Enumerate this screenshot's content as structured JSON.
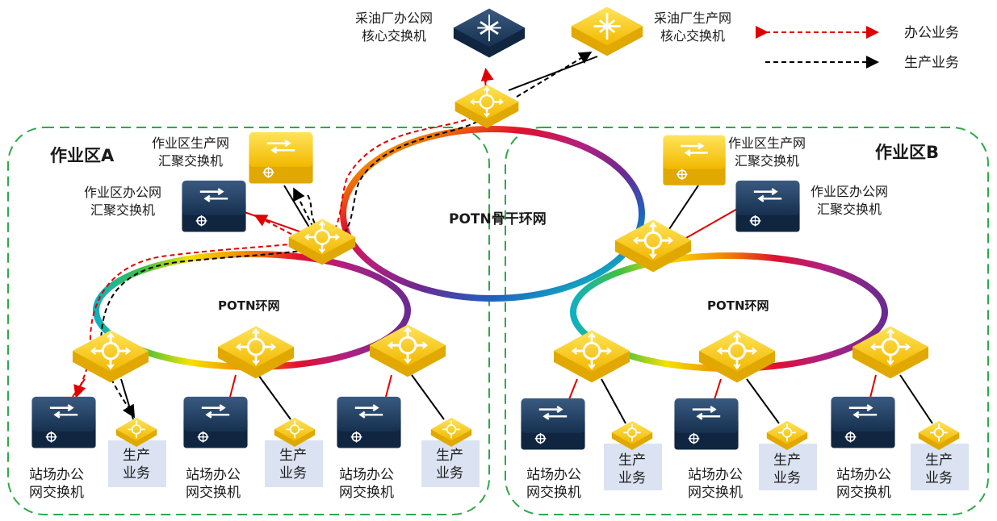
{
  "labels": {
    "office_core": [
      "采油厂办公网",
      "核心交换机"
    ],
    "prod_core": [
      "采油厂生产网",
      "核心交换机"
    ],
    "zone_a": "作业区A",
    "zone_b": "作业区B",
    "zone_prod_agg": [
      "作业区生产网",
      "汇聚交换机"
    ],
    "zone_office_agg": [
      "作业区办公网",
      "汇聚交换机"
    ],
    "backbone": "POTN骨干环网",
    "ring": "POTN环网",
    "site_switch": [
      "站场办公",
      "网交换机"
    ],
    "prod_service": [
      "生产",
      "业务"
    ]
  },
  "legend": [
    {
      "label": "办公业务",
      "color": "#e00000"
    },
    {
      "label": "生产业务",
      "color": "#000000"
    }
  ],
  "colors": {
    "zone_border": "#2ea84a",
    "potn_device": "#f7c600",
    "switch_dark": "#1f3a5c",
    "service_box": "#dbe3f2",
    "office_link": "#e00000",
    "prod_link": "#000000"
  },
  "icons": {
    "office_core": "core-switch-icon",
    "prod_core": "core-switch-icon",
    "potn": "potn-router-icon",
    "agg": "aggregation-switch-icon",
    "site": "site-switch-icon"
  }
}
